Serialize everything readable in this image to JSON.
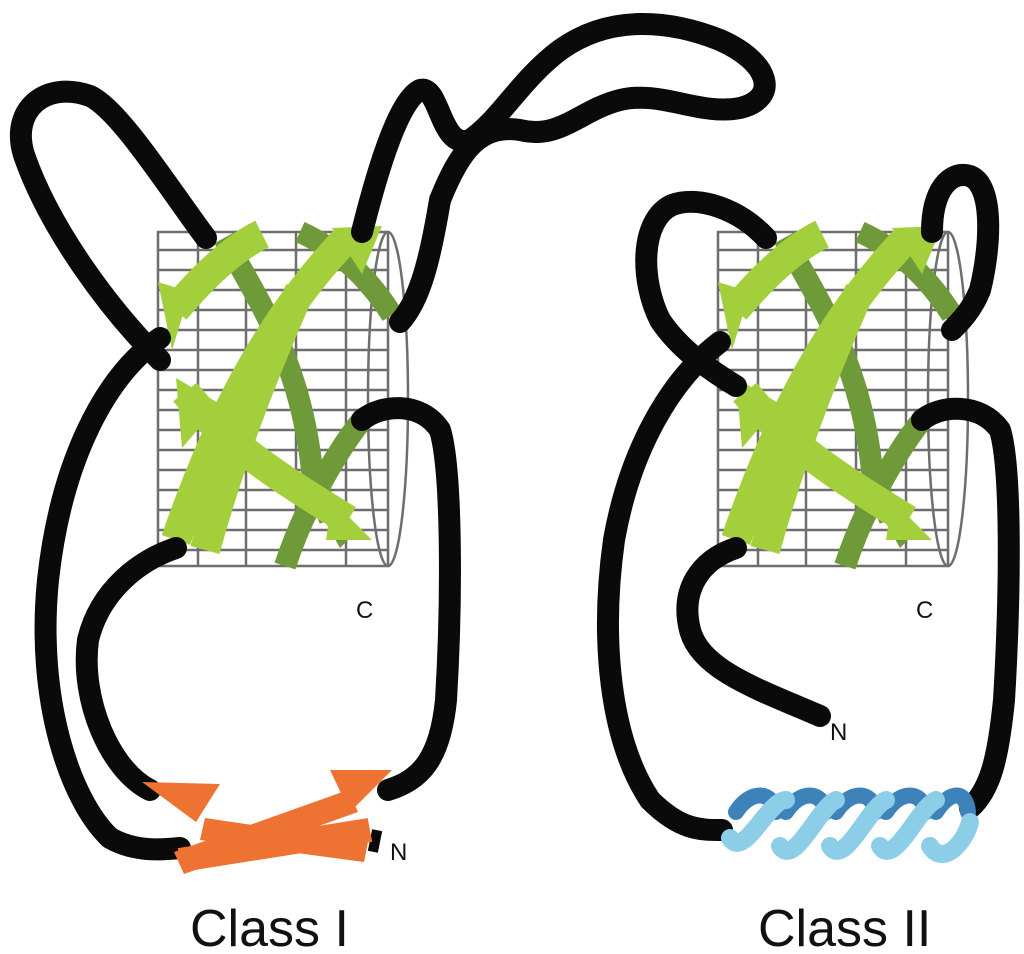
{
  "panels": [
    {
      "caption": "Class I",
      "c_label": "C",
      "n_label": "N"
    },
    {
      "caption": "Class II",
      "c_label": "C",
      "n_label": "N"
    }
  ],
  "colors": {
    "loop": "#0a0a0a",
    "strand_light": "#a4cf3c",
    "strand_dark": "#6f9a3a",
    "barrel_grid": "#6e6e6e",
    "beta_sheet": "#ee7332",
    "helix_light": "#8ccde8",
    "helix_dark": "#3d82b8"
  }
}
